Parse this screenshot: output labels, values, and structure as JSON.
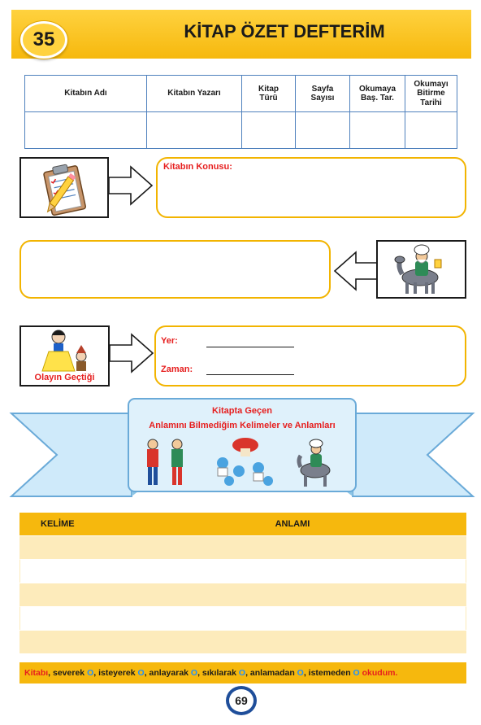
{
  "header": {
    "number": "35",
    "title": "KİTAP ÖZET DEFTERİM"
  },
  "book_table": {
    "columns": [
      "Kitabın Adı",
      "Kitabın Yazarı",
      "Kitap\nTürü",
      "Sayfa\nSayısı",
      "Okumaya\nBaş. Tar.",
      "Okumayı\nBitirme\nTarihi"
    ]
  },
  "topic": {
    "label": "Kitabın Konusu:"
  },
  "place": {
    "caption": "Olayın Geçtiği",
    "yer_label": "Yer:",
    "zaman_label": "Zaman:"
  },
  "banner": {
    "line1": "Kitapta Geçen",
    "line2": "Anlamını Bilmediğim Kelimeler ve Anlamları"
  },
  "words_table": {
    "col1": "KELİME",
    "col2": "ANLAMI",
    "rows": 5
  },
  "footer": {
    "kitabi": "Kitabı",
    "severek": ", severek ",
    "isteyerek": ", isteyerek ",
    "anlayarak": ", anlayarak ",
    "sikilarak": ", sıkılarak ",
    "anlamadan": ", anlamadan ",
    "istemeden": ", istemeden ",
    "okudum": "okudum.",
    "circle": "O"
  },
  "page_number": "69",
  "icons": [
    "clipboard-icon",
    "nasreddin-donkey-icon",
    "snow-white-icon",
    "children-icon",
    "smurfs-icon",
    "right-arrow-icon",
    "left-arrow-icon"
  ],
  "colors": {
    "accent": "#f6b80d",
    "table_border": "#4f81bd",
    "label_red": "#e61e1e",
    "circle_blue": "#1e90ff",
    "banner_blue": "#a8d8f0"
  }
}
